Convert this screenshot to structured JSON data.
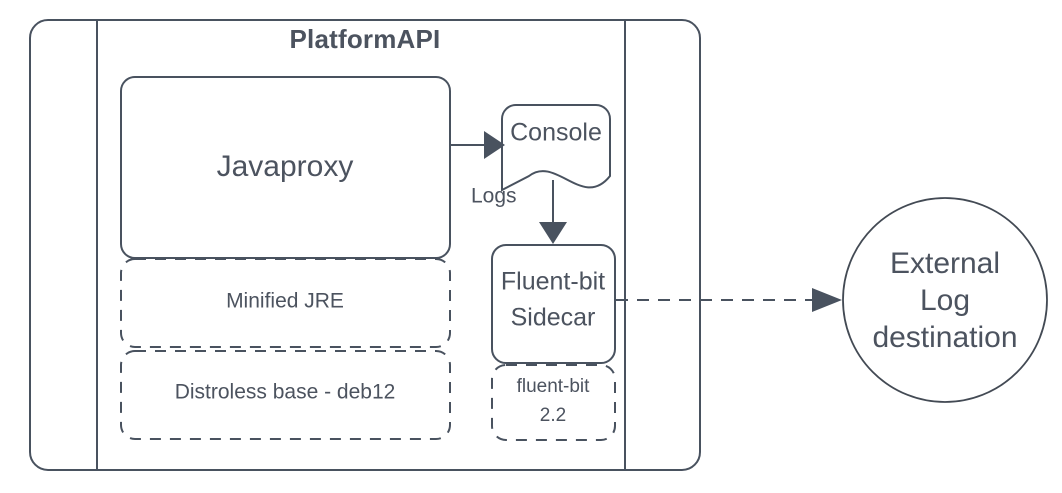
{
  "diagram": {
    "title": "PlatformAPI",
    "colors": {
      "stroke": "#49525f",
      "text": "#4c535f",
      "background": "#ffffff"
    },
    "container": {
      "name": "PlatformAPI",
      "label": "PlatformAPI"
    },
    "nodes": {
      "javaproxy": {
        "label": "Javaproxy",
        "style": "solid-rounded"
      },
      "minified_jre": {
        "label": "Minified JRE",
        "style": "dashed-rounded"
      },
      "distroless_base": {
        "label": "Distroless base - deb12",
        "style": "dashed-rounded"
      },
      "console": {
        "label": "Console",
        "style": "document"
      },
      "fluentbit_sidecar": {
        "label_line1": "Fluent-bit",
        "label_line2": "Sidecar",
        "style": "solid-rounded"
      },
      "fluentbit_version": {
        "label_line1": "fluent-bit",
        "label_line2": "2.2",
        "style": "dashed-rounded"
      },
      "external_log_destination": {
        "label_line1": "External",
        "label_line2": "Log",
        "label_line3": "destination",
        "style": "circle"
      }
    },
    "edges": {
      "javaproxy_to_console": {
        "label": "Logs",
        "style": "solid-arrow"
      },
      "console_to_sidecar": {
        "label": "",
        "style": "solid-arrow"
      },
      "sidecar_to_external": {
        "label": "",
        "style": "dashed-arrow"
      }
    }
  }
}
